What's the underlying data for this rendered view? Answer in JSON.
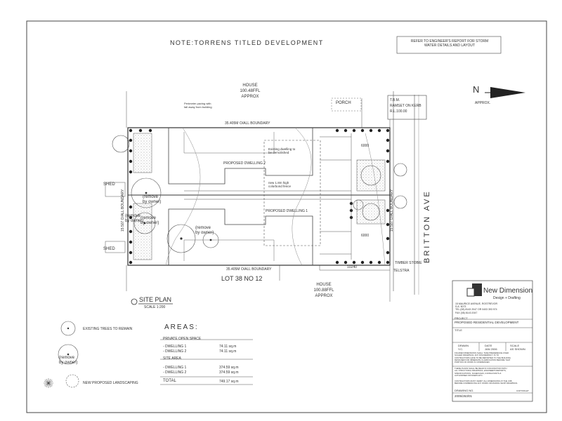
{
  "note_title": "NOTE:TORRENS TITLED DEVELOPMENT",
  "storm_note": {
    "line1": "REFER TO ENGINEER'S REPORT FOR STORM",
    "line2": "WATER DETAILS AND LAYOUT"
  },
  "north": {
    "letter": "N",
    "label": "APPROX."
  },
  "tbm": {
    "line1": "T.B.M.",
    "line2": "RAMSET ON KERB",
    "line3": "R.L.100.00"
  },
  "street": "BRITTON AVE",
  "house_top": {
    "line1": "HOUSE",
    "line2": "100.48FFL",
    "line3": "APPROX"
  },
  "house_bottom": {
    "line1": "HOUSE",
    "line2": "100.88FFL",
    "line3": "APPROX"
  },
  "porch": "PORCH",
  "paving_note": {
    "line1": "Perimeter paving with",
    "line2": "fall away from building"
  },
  "boundary_top": "35.405M O/ALL BOUNDARY",
  "boundary_bottom": "35.405M O/ALL BOUNDARY",
  "boundary_side": "15.507 O/ALL BOUNDARY",
  "boundary_front": "15.507 O/ALL BOUNDARY",
  "dwelling2": "PROPOSED DWELLING 2",
  "dwelling1": "PROPOSED DWELLING 1",
  "demolish_note": {
    "line1": "Existing dwelling to",
    "line2": "be demolished"
  },
  "fence_note": {
    "line1": "new 1.8m high",
    "line2": "colorbond fence"
  },
  "shed1": "SHED",
  "shed2": "SHED",
  "remove1": {
    "line1": "(remove",
    "line2": "by owner)"
  },
  "remove2": {
    "line1": "(remove",
    "line2": "by owner)"
  },
  "remove3": {
    "line1": "(remove",
    "line2": "by owner)"
  },
  "remove4": {
    "line1": "(remove",
    "line2": "by owner)"
  },
  "dim_6000_top": "6000",
  "dim_6000_bottom": "6000",
  "dim_10240": "10240",
  "telstra": "TELSTRA",
  "timber_stobie": "TIMBER STOBIE",
  "lot": "LOT 38 NO 12",
  "site_plan": {
    "title": "SITE PLAN",
    "scale": "SCALE 1:200"
  },
  "legend": {
    "existing_trees": "EXISTING TREES TO REMAIN",
    "remove_label": {
      "line1": "(remove",
      "line2": "by owner)"
    },
    "new_landscaping": "NEW PROPOSED LANDSCAPING"
  },
  "areas": {
    "title": "AREAS:",
    "private_open_space": "PRIVATE OPEN SPACE",
    "pos_rows": [
      {
        "label": "- DWELLING 1",
        "value": "74.11 sq.m"
      },
      {
        "label": "- DWELLING 2",
        "value": "74.11 sq.m"
      }
    ],
    "site_area": "SITE AREA",
    "site_rows": [
      {
        "label": "- DWELLING 1",
        "value": "374.59 sq.m"
      },
      {
        "label": "- DWELLING 2",
        "value": "374.59 sq.m"
      }
    ],
    "total_label": "TOTAL",
    "total_value": "749.17 sq.m"
  },
  "title_block": {
    "company": "New Dimension",
    "tagline": "Design + Drafting",
    "address": {
      "line1": "15 MAURICE AVENUE, ROSTREVOR",
      "line2": "S.A. 5073"
    },
    "phone": {
      "line1": "TEL (08) 8143 2047 OR 0403 393 974",
      "line2": "FAX (08) 8143 2047"
    },
    "project_label": "PROJECT",
    "project": "PROPOSED RESIDENTIAL DEVELOPMENT",
    "title_label": "TITLE",
    "drawn_label": "DRAWN",
    "drawn": "Y.C.",
    "date_label": "DATE",
    "date": "JAN 2006",
    "scale_label": "SCALE",
    "scale": "AS SHOWN",
    "notes": {
      "line1": "FIGURED DIMENSIONS SHALL TAKE PREFERENCE OVER",
      "line2": "SCALED DRAWINGS. ANY DISCREPANCY IS TO",
      "line3": "CONTRACTORS HAVE TO BE REPORTED TO THE BUILDING",
      "line4": "DESIGNER FOR IMMEDIATE CLARIFICATION BEFORE THAT",
      "line5": "PORTION OF WORK IS COMMENCED.",
      "line6": "THESE PLANS SHALL BE READ IN CONJUNCTION WITH",
      "line7": "ALL STRUCTURAL DRAWINGS, ENGINEERS REPORTS,",
      "line8": "SPECIFICATIONS, SCHEDULES, CONSULTANTS &",
      "line9": "AUTHORISED OFFICERS ETC.",
      "line10": "CONTRACTORS MUST VERIFY ALL DIMENSIONS AT THE JOB",
      "line11": "BEFORE COMMENCING ANY WORK OR MAKING SHOP DRAWINGS."
    },
    "drawing_no_label": "DRAWING NO.",
    "drawing_no": "2005/263/01",
    "copyright": "COPYRIGHT"
  }
}
